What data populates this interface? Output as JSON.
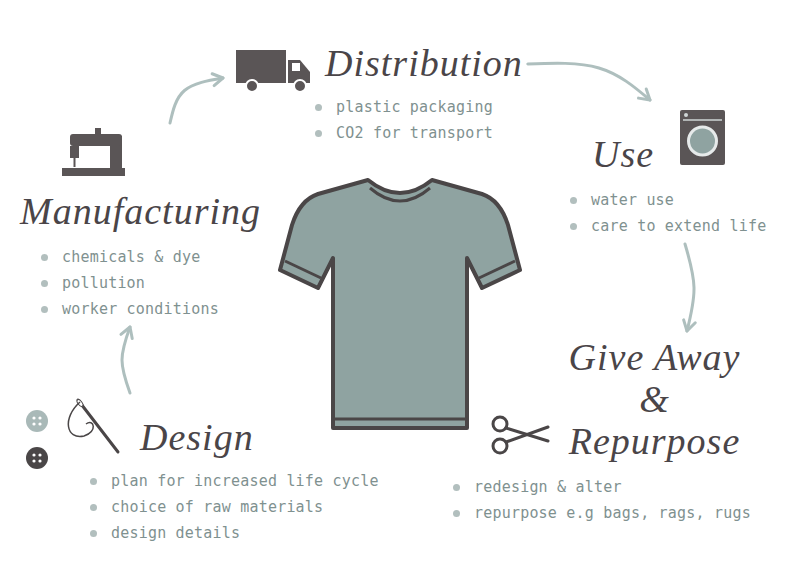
{
  "diagram": {
    "nodes": [
      {
        "text": [
          "Design",
          "plan for increased life cycle",
          "choice of raw materials",
          "design details"
        ]
      },
      {
        "text": [
          "Manufacturing",
          "chemicals & dye",
          "pollution",
          "worker conditions"
        ]
      },
      {
        "text": [
          "Distribution",
          "plastic packaging",
          "CO2 for transport"
        ]
      },
      {
        "text": [
          "Use",
          "water use",
          "care to extend life"
        ]
      },
      {
        "text": [
          "Give Away & Repurpose",
          "redesign & alter",
          "repurpose e.g bags, rags, rugs"
        ]
      }
    ],
    "edges": [
      {
        "from": 0,
        "to": 1,
        "arrow": "to"
      },
      {
        "from": 1,
        "to": 2,
        "arrow": "to"
      },
      {
        "from": 2,
        "to": 3,
        "arrow": "to"
      },
      {
        "from": 3,
        "to": 4,
        "arrow": "to"
      }
    ]
  }
}
